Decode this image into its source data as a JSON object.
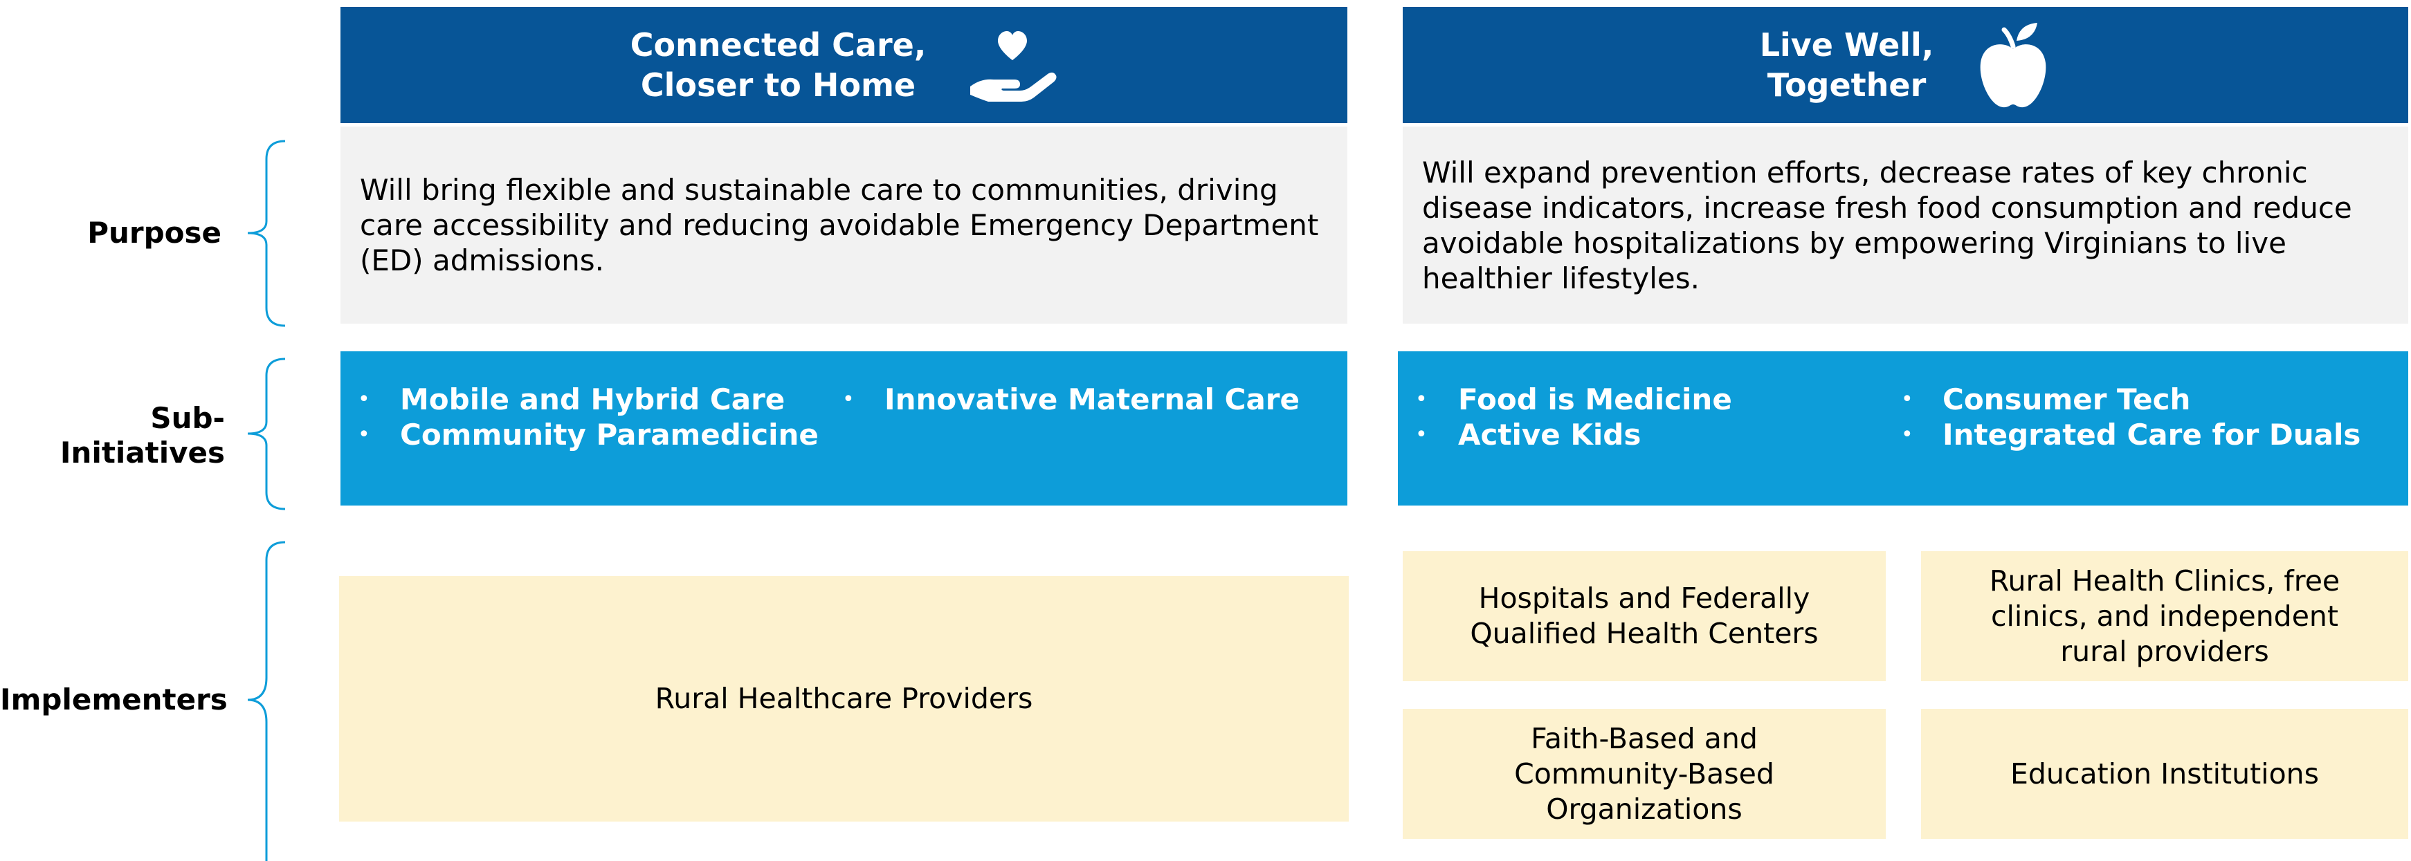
{
  "rows": {
    "purpose": "Purpose",
    "sub_initiatives": "Sub-\nInitiatives",
    "implementers": "Implementers"
  },
  "left": {
    "title": "Connected Care,\nCloser to Home",
    "icon": "heart-hand-icon",
    "purpose": "Will bring flexible and sustainable care to communities, driving care accessibility and reducing avoidable Emergency Department (ED) admissions.",
    "sub_initiatives": [
      "Mobile and Hybrid Care",
      "Community Paramedicine",
      "Innovative Maternal Care"
    ],
    "implementers": [
      "Rural Healthcare Providers"
    ]
  },
  "right": {
    "title": "Live Well,\nTogether",
    "icon": "apple-icon",
    "purpose": "Will expand prevention efforts, decrease rates of key chronic disease indicators, increase fresh food consumption and reduce avoidable hospitalizations by empowering Virginians to live healthier lifestyles.",
    "sub_initiatives": [
      "Food is Medicine",
      "Active Kids",
      "Consumer Tech",
      "Integrated Care for Duals"
    ],
    "implementers": [
      "Hospitals and Federally\nQualified Health Centers",
      "Rural Health Clinics, free\nclinics, and independent\nrural providers",
      "Faith-Based and\nCommunity-Based\nOrganizations",
      "Education Institutions"
    ]
  },
  "bullet_char": "•",
  "colors": {
    "header": "#075597",
    "purpose_bg": "#f2f2f2",
    "sub_bg": "#0d9dd9",
    "implementer_bg": "#fdf2cf",
    "brace": "#0d9dd9"
  }
}
